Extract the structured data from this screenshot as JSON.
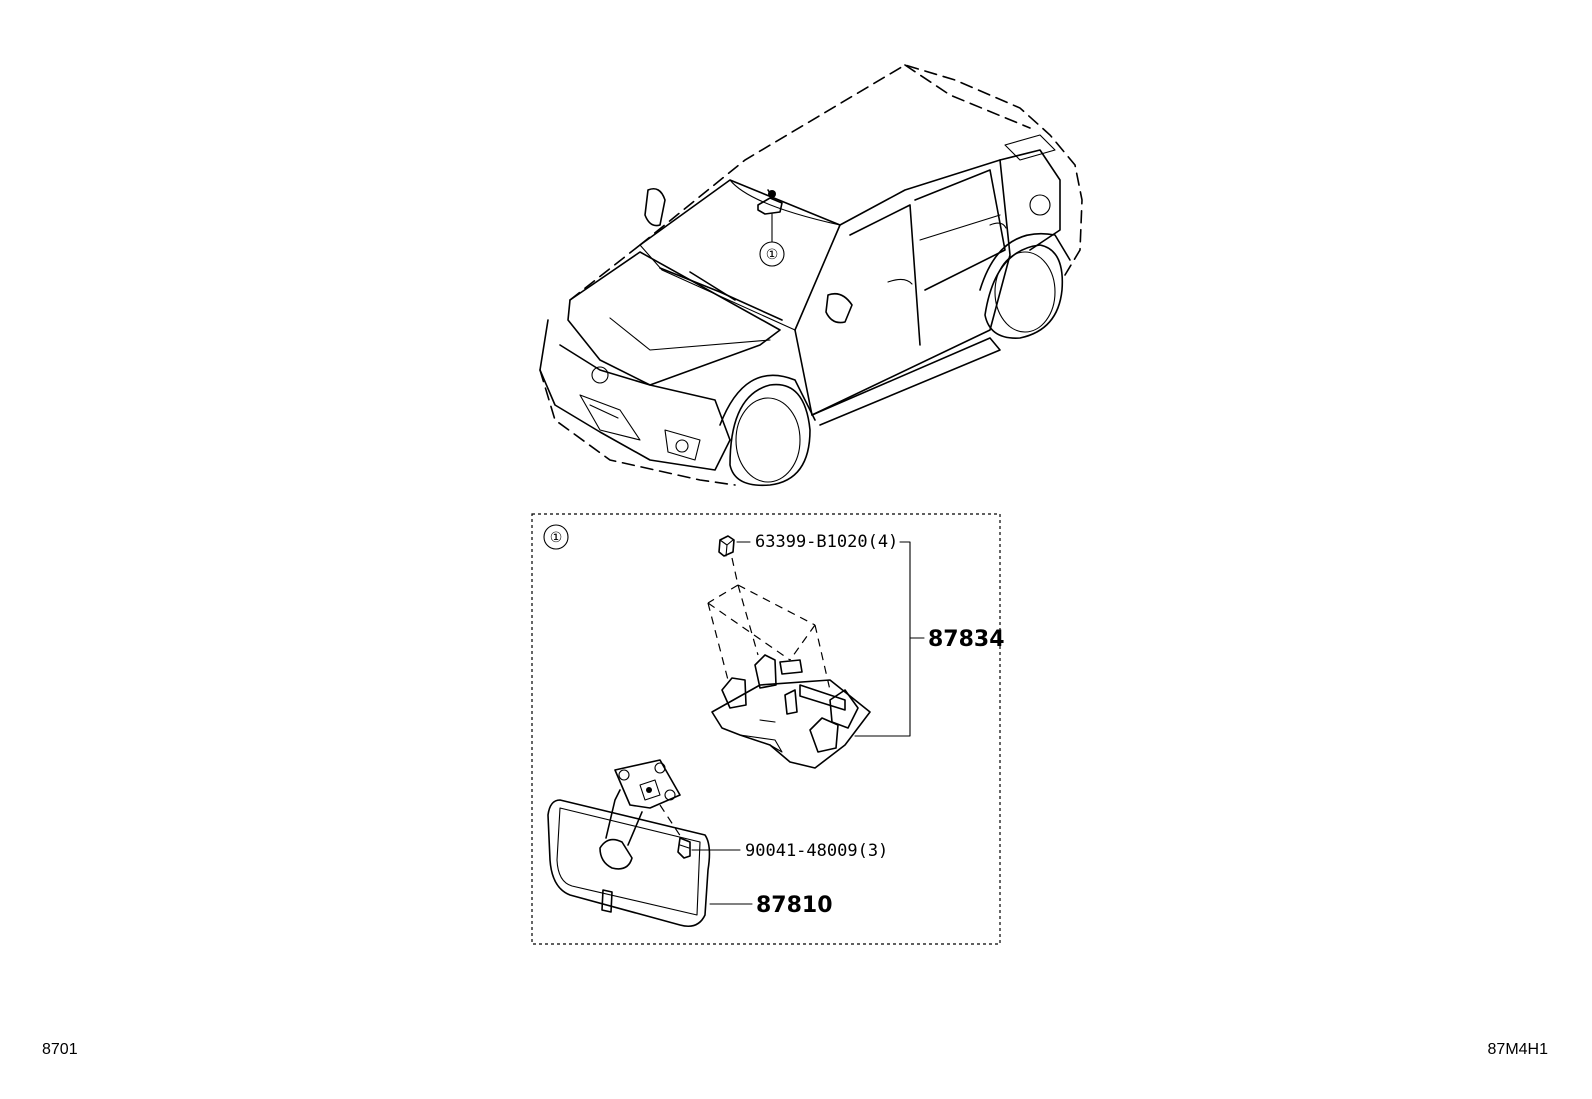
{
  "callout": {
    "symbol": "①"
  },
  "parts": {
    "clip": "63399-B1020(4)",
    "cover": "87834",
    "screw": "90041-48009(3)",
    "mirror": "87810"
  },
  "footer": {
    "left_code": "8701",
    "right_code": "87M4H1"
  }
}
